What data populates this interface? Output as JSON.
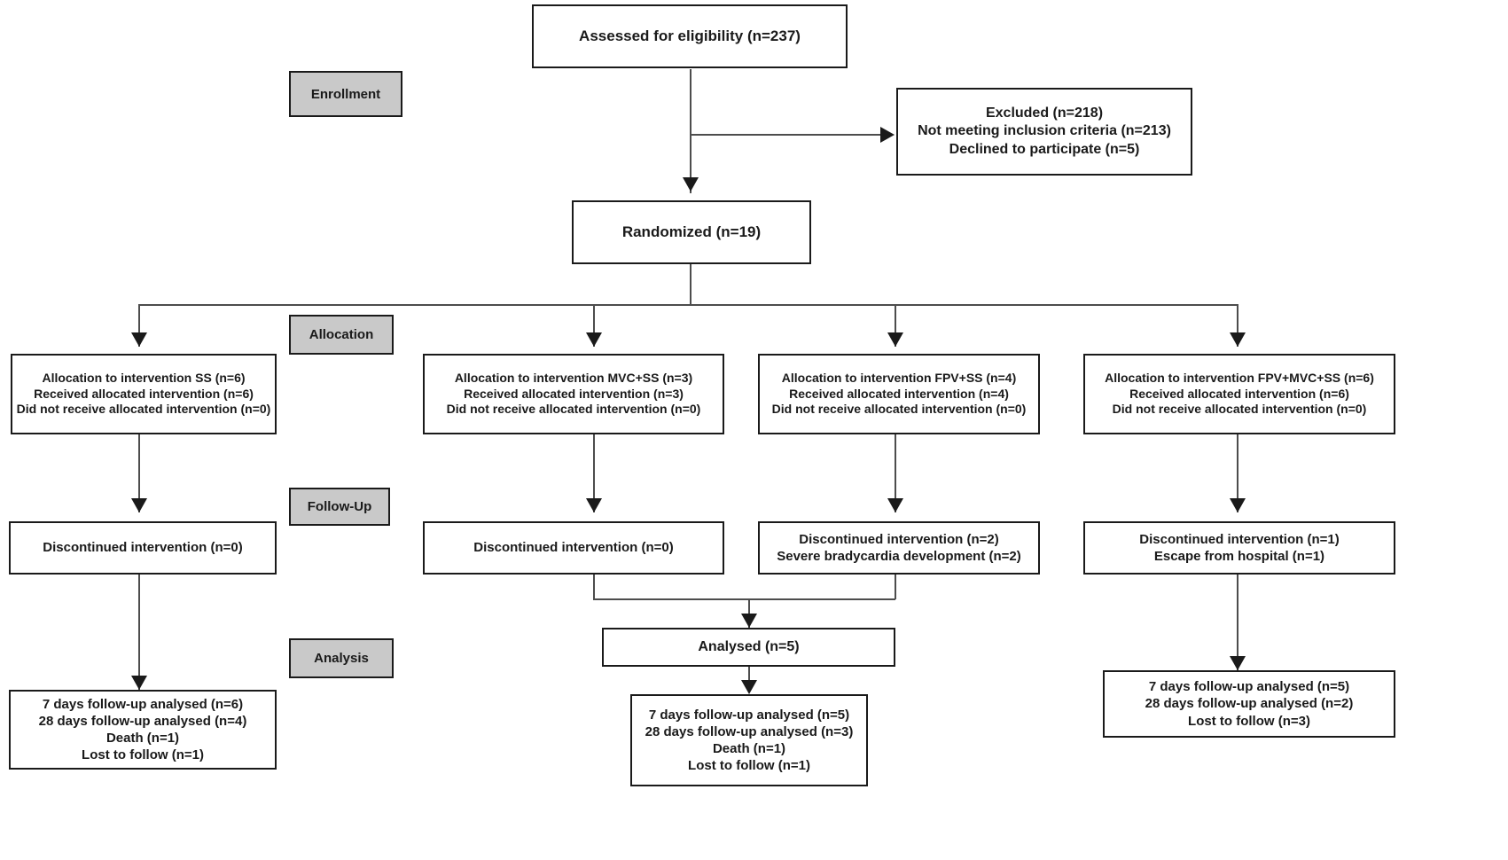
{
  "diagram": {
    "title": "CONSORT participant flow diagram",
    "type": "flowchart",
    "stages": [
      {
        "id": "enrollment",
        "label": "Enrollment"
      },
      {
        "id": "allocation",
        "label": "Allocation"
      },
      {
        "id": "followup",
        "label": "Follow-Up"
      },
      {
        "id": "analysis",
        "label": "Analysis"
      }
    ],
    "enrollment": {
      "assessed": {
        "lines": [
          "Assessed for eligibility (n=237)"
        ]
      },
      "excluded": {
        "lines": [
          "Excluded (n=218)",
          "Not meeting inclusion criteria (n=213)",
          "Declined to participate (n=5)"
        ]
      },
      "randomized": {
        "lines": [
          "Randomized (n=19)"
        ]
      }
    },
    "arms": [
      {
        "id": "ss",
        "allocation": {
          "lines": [
            "Allocation to intervention SS  (n=6)",
            "Received allocated intervention (n=6)",
            "Did not receive allocated intervention (n=0)"
          ]
        },
        "followup": {
          "lines": [
            "Discontinued intervention (n=0)"
          ]
        },
        "analysis": {
          "lines": [
            "7 days follow-up analysed (n=6)",
            "28 days follow-up analysed (n=4)",
            "Death (n=1)",
            "Lost to follow (n=1)"
          ]
        }
      },
      {
        "id": "mvc-ss",
        "allocation": {
          "lines": [
            "Allocation to intervention MVC+SS (n=3)",
            "Received allocated intervention (n=3)",
            "Did not receive allocated intervention (n=0)"
          ]
        },
        "followup": {
          "lines": [
            "Discontinued intervention (n=0)"
          ]
        },
        "analysis": {
          "lines": []
        }
      },
      {
        "id": "fpv-ss",
        "allocation": {
          "lines": [
            "Allocation to intervention FPV+SS (n=4)",
            "Received allocated intervention (n=4)",
            "Did not receive allocated intervention (n=0)"
          ]
        },
        "followup": {
          "lines": [
            "Discontinued intervention (n=2)",
            "Severe bradycardia development (n=2)"
          ]
        },
        "analysis": {
          "lines": []
        }
      },
      {
        "id": "fpv-mvc-ss",
        "allocation": {
          "lines": [
            "Allocation to intervention FPV+MVC+SS (n=6)",
            "Received allocated intervention (n=6)",
            "Did not receive allocated intervention (n=0)"
          ]
        },
        "followup": {
          "lines": [
            "Discontinued intervention (n=1)",
            "Escape from hospital (n=1)"
          ]
        },
        "analysis": {
          "lines": [
            "7 days follow-up analysed (n=5)",
            "28 days follow-up analysed (n=2)",
            "Lost to follow (n=3)"
          ]
        }
      }
    ],
    "pooled": {
      "analysed": {
        "lines": [
          "Analysed (n=5)"
        ]
      },
      "analysis": {
        "lines": [
          "7 days follow-up analysed  (n=5)",
          "28 days follow-up analysed (n=3)",
          "Death (n=1)",
          "Lost to follow (n=1)"
        ]
      }
    },
    "colors": {
      "box_border": "#1a1a1a",
      "box_fill": "#ffffff",
      "stage_fill": "#c9c9c9",
      "connector": "#4d4d4d",
      "text": "#1a1a1a"
    }
  }
}
